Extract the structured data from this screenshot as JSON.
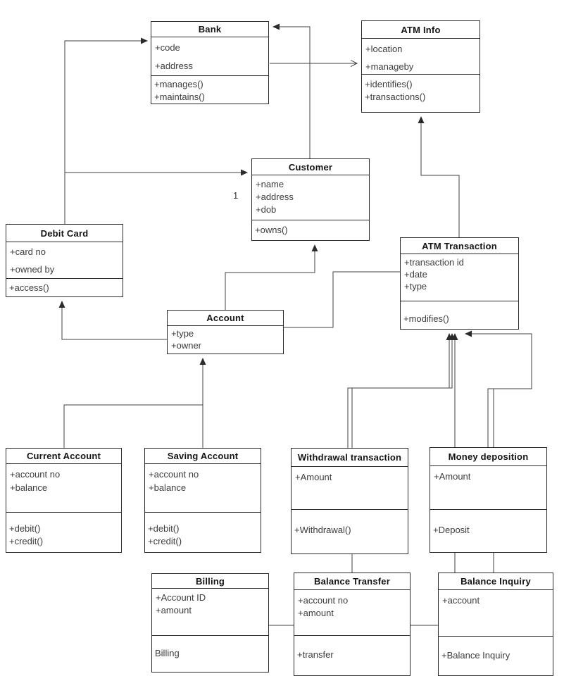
{
  "diagram": {
    "title": "ATM system UML class diagram",
    "colors": {
      "background": "#ffffff",
      "box_fill": "#ffffff",
      "box_border": "#2b2b2b",
      "line": "#424242",
      "title_text": "#141414",
      "member_text": "#3d3d3d"
    },
    "classes": [
      {
        "id": "bank",
        "name": "Bank",
        "attributes": [
          "+code",
          "+address"
        ],
        "methods": [
          "+manages()",
          "+maintains()"
        ]
      },
      {
        "id": "atm_info",
        "name": "ATM Info",
        "attributes": [
          "+location",
          "+manageby"
        ],
        "methods": [
          "+identifies()",
          "+transactions()"
        ]
      },
      {
        "id": "customer",
        "name": "Customer",
        "attributes": [
          "+name",
          "+address",
          "+dob"
        ],
        "methods": [
          "+owns()"
        ]
      },
      {
        "id": "debit_card",
        "name": "Debit Card",
        "attributes": [
          "+card no",
          "+owned by"
        ],
        "methods": [
          "+access()"
        ]
      },
      {
        "id": "atm_transaction",
        "name": "ATM Transaction",
        "attributes": [
          "+transaction id",
          "+date",
          "+type"
        ],
        "methods": [
          "+modifies()"
        ]
      },
      {
        "id": "account",
        "name": "Account",
        "attributes": [
          "+type",
          "+owner"
        ],
        "methods": []
      },
      {
        "id": "current_account",
        "name": "Current Account",
        "attributes": [
          "+account no",
          "+balance"
        ],
        "methods": [
          "+debit()",
          "+credit()"
        ]
      },
      {
        "id": "saving_account",
        "name": "Saving Account",
        "attributes": [
          "+account no",
          "+balance"
        ],
        "methods": [
          "+debit()",
          "+credit()"
        ]
      },
      {
        "id": "withdrawal",
        "name": "Withdrawal transaction",
        "attributes": [
          "+Amount"
        ],
        "methods": [
          "+Withdrawal()"
        ]
      },
      {
        "id": "money_deposition",
        "name": "Money deposition",
        "attributes": [
          "+Amount"
        ],
        "methods": [
          "+Deposit"
        ]
      },
      {
        "id": "billing",
        "name": "Billing",
        "attributes": [
          "+Account ID",
          "+amount"
        ],
        "methods": [
          "Billing"
        ]
      },
      {
        "id": "balance_transfer",
        "name": "Balance Transfer",
        "attributes": [
          "+account no",
          "+amount"
        ],
        "methods": [
          "+transfer"
        ]
      },
      {
        "id": "balance_inquiry",
        "name": "Balance Inquiry",
        "attributes": [
          "+account"
        ],
        "methods": [
          "+Balance Inquiry"
        ]
      }
    ],
    "edges": [
      {
        "from": "Debit Card",
        "to": "Bank",
        "arrow": "filled"
      },
      {
        "from": "Debit Card",
        "to": "Customer",
        "arrow": "filled",
        "multiplicity": "1"
      },
      {
        "from": "Customer",
        "to": "Bank",
        "arrow": "filled"
      },
      {
        "from": "Bank",
        "to": "ATM Info",
        "arrow": "open"
      },
      {
        "from": "ATM Transaction",
        "to": "ATM Info",
        "arrow": "filled"
      },
      {
        "from": "ATM Transaction",
        "to": "Account",
        "arrow": "filled"
      },
      {
        "from": "Account",
        "to": "Customer",
        "arrow": "filled"
      },
      {
        "from": "Current Account",
        "to": "Account",
        "arrow": "filled",
        "note": "shared generalization arrow"
      },
      {
        "from": "Saving Account",
        "to": "Account",
        "arrow": "none",
        "note": "joins shared generalization connector"
      },
      {
        "from": "Account",
        "to": "Debit Card",
        "arrow": "filled"
      },
      {
        "from": "Withdrawal transaction",
        "to": "ATM Transaction",
        "arrow": "filled"
      },
      {
        "from": "Money deposition",
        "to": "ATM Transaction",
        "arrow": "filled"
      },
      {
        "from": "Balance Transfer",
        "to": "ATM Transaction",
        "arrow": "filled"
      },
      {
        "from": "Balance Inquiry",
        "to": "ATM Transaction",
        "arrow": "none",
        "note": "joins Money deposition connector"
      },
      {
        "from": "Billing",
        "to": "ATM Transaction",
        "arrow": "filled"
      }
    ]
  }
}
